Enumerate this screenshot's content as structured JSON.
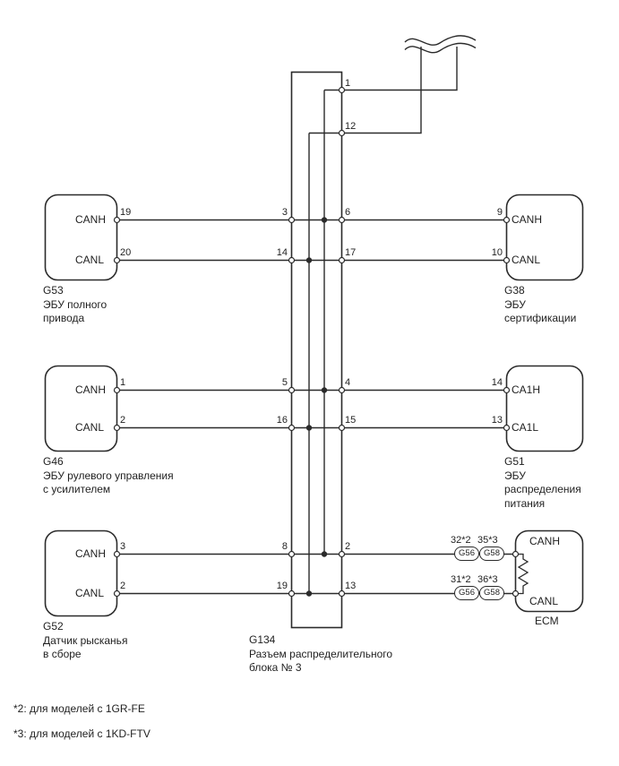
{
  "diagram": {
    "junction_block": {
      "id": "G134",
      "caption": [
        "G134",
        "Разъем распределительного",
        "блока № 3"
      ],
      "top_pins": [
        "1",
        "12"
      ],
      "left_pins": [
        "3",
        "14",
        "5",
        "16",
        "8",
        "19"
      ],
      "right_pins": [
        "6",
        "17",
        "4",
        "15",
        "2",
        "13"
      ]
    },
    "left_components": [
      {
        "caption": [
          "G53",
          "ЭБУ полного",
          "привода"
        ],
        "signals": [
          "CANH",
          "CANL"
        ],
        "pins": [
          "19",
          "20"
        ]
      },
      {
        "caption": [
          "G46",
          "ЭБУ рулевого управления",
          "с усилителем"
        ],
        "signals": [
          "CANH",
          "CANL"
        ],
        "pins": [
          "1",
          "2"
        ]
      },
      {
        "caption": [
          "G52",
          "Датчик рысканья",
          "в сборе"
        ],
        "signals": [
          "CANH",
          "CANL"
        ],
        "pins": [
          "3",
          "2"
        ]
      }
    ],
    "right_components": [
      {
        "caption": [
          "G38",
          "ЭБУ",
          "сертификации"
        ],
        "signals": [
          "CANH",
          "CANL"
        ],
        "pins": [
          "9",
          "10"
        ]
      },
      {
        "caption": [
          "G51",
          "ЭБУ",
          "распределения",
          "питания"
        ],
        "signals": [
          "CA1H",
          "CA1L"
        ],
        "pins": [
          "14",
          "13"
        ]
      },
      {
        "caption": [
          "ECM"
        ],
        "signals": [
          "CANH",
          "CANL"
        ],
        "canh_pins": [
          "32*2",
          "35*3"
        ],
        "canl_pins": [
          "31*2",
          "36*3"
        ],
        "canh_connectors": [
          "G56",
          "G58"
        ],
        "canl_connectors": [
          "G56",
          "G58"
        ]
      }
    ],
    "footnotes": [
      "*2: для моделей с 1GR-FE",
      "*3: для моделей с 1KD-FTV"
    ],
    "colors": {
      "line": "#2b2b2b",
      "background": "#ffffff"
    }
  }
}
